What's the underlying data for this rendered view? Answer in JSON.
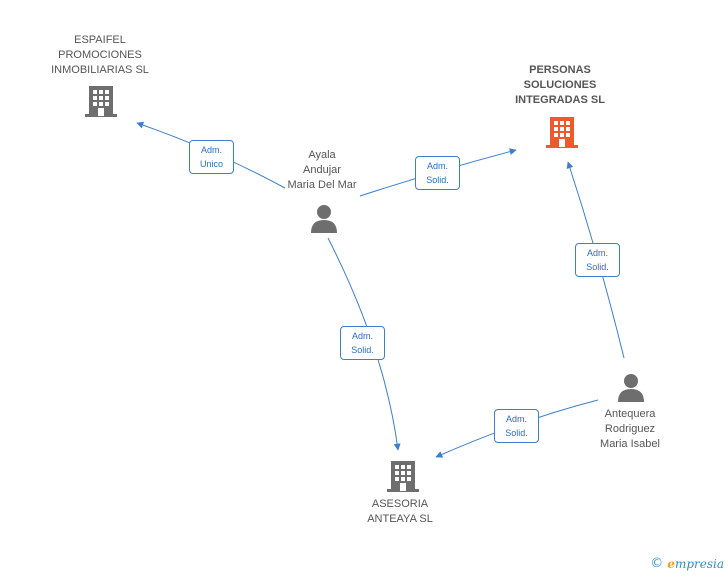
{
  "nodes": {
    "espaifel": {
      "label": "ESPAIFEL\nPROMOCIONES\nINMOBILIARIAS SL",
      "kind": "company",
      "color": "#6e6e6e"
    },
    "personas": {
      "label": "PERSONAS\nSOLUCIONES\nINTEGRADAS SL",
      "kind": "company",
      "color": "#ef5a2a"
    },
    "ayala": {
      "label": "Ayala\nAndujar\nMaria Del Mar",
      "kind": "person",
      "color": "#6e6e6e"
    },
    "antequera": {
      "label": "Antequera\nRodriguez\nMaria Isabel",
      "kind": "person",
      "color": "#6e6e6e"
    },
    "asesoria": {
      "label": "ASESORIA\nANTEAYA SL",
      "kind": "company",
      "color": "#6e6e6e"
    }
  },
  "edges": {
    "ayala_espaifel": {
      "label": "Adm.\nUnico"
    },
    "ayala_personas": {
      "label": "Adm.\nSolid."
    },
    "ayala_asesoria": {
      "label": "Adm.\nSolid."
    },
    "antequera_personas": {
      "label": "Adm.\nSolid."
    },
    "antequera_asesoria": {
      "label": "Adm.\nSolid."
    }
  },
  "colors": {
    "edge": "#3b7fd1"
  },
  "watermark": {
    "copyright": "©",
    "brand_initial": "e",
    "brand_rest": "mpresia"
  }
}
